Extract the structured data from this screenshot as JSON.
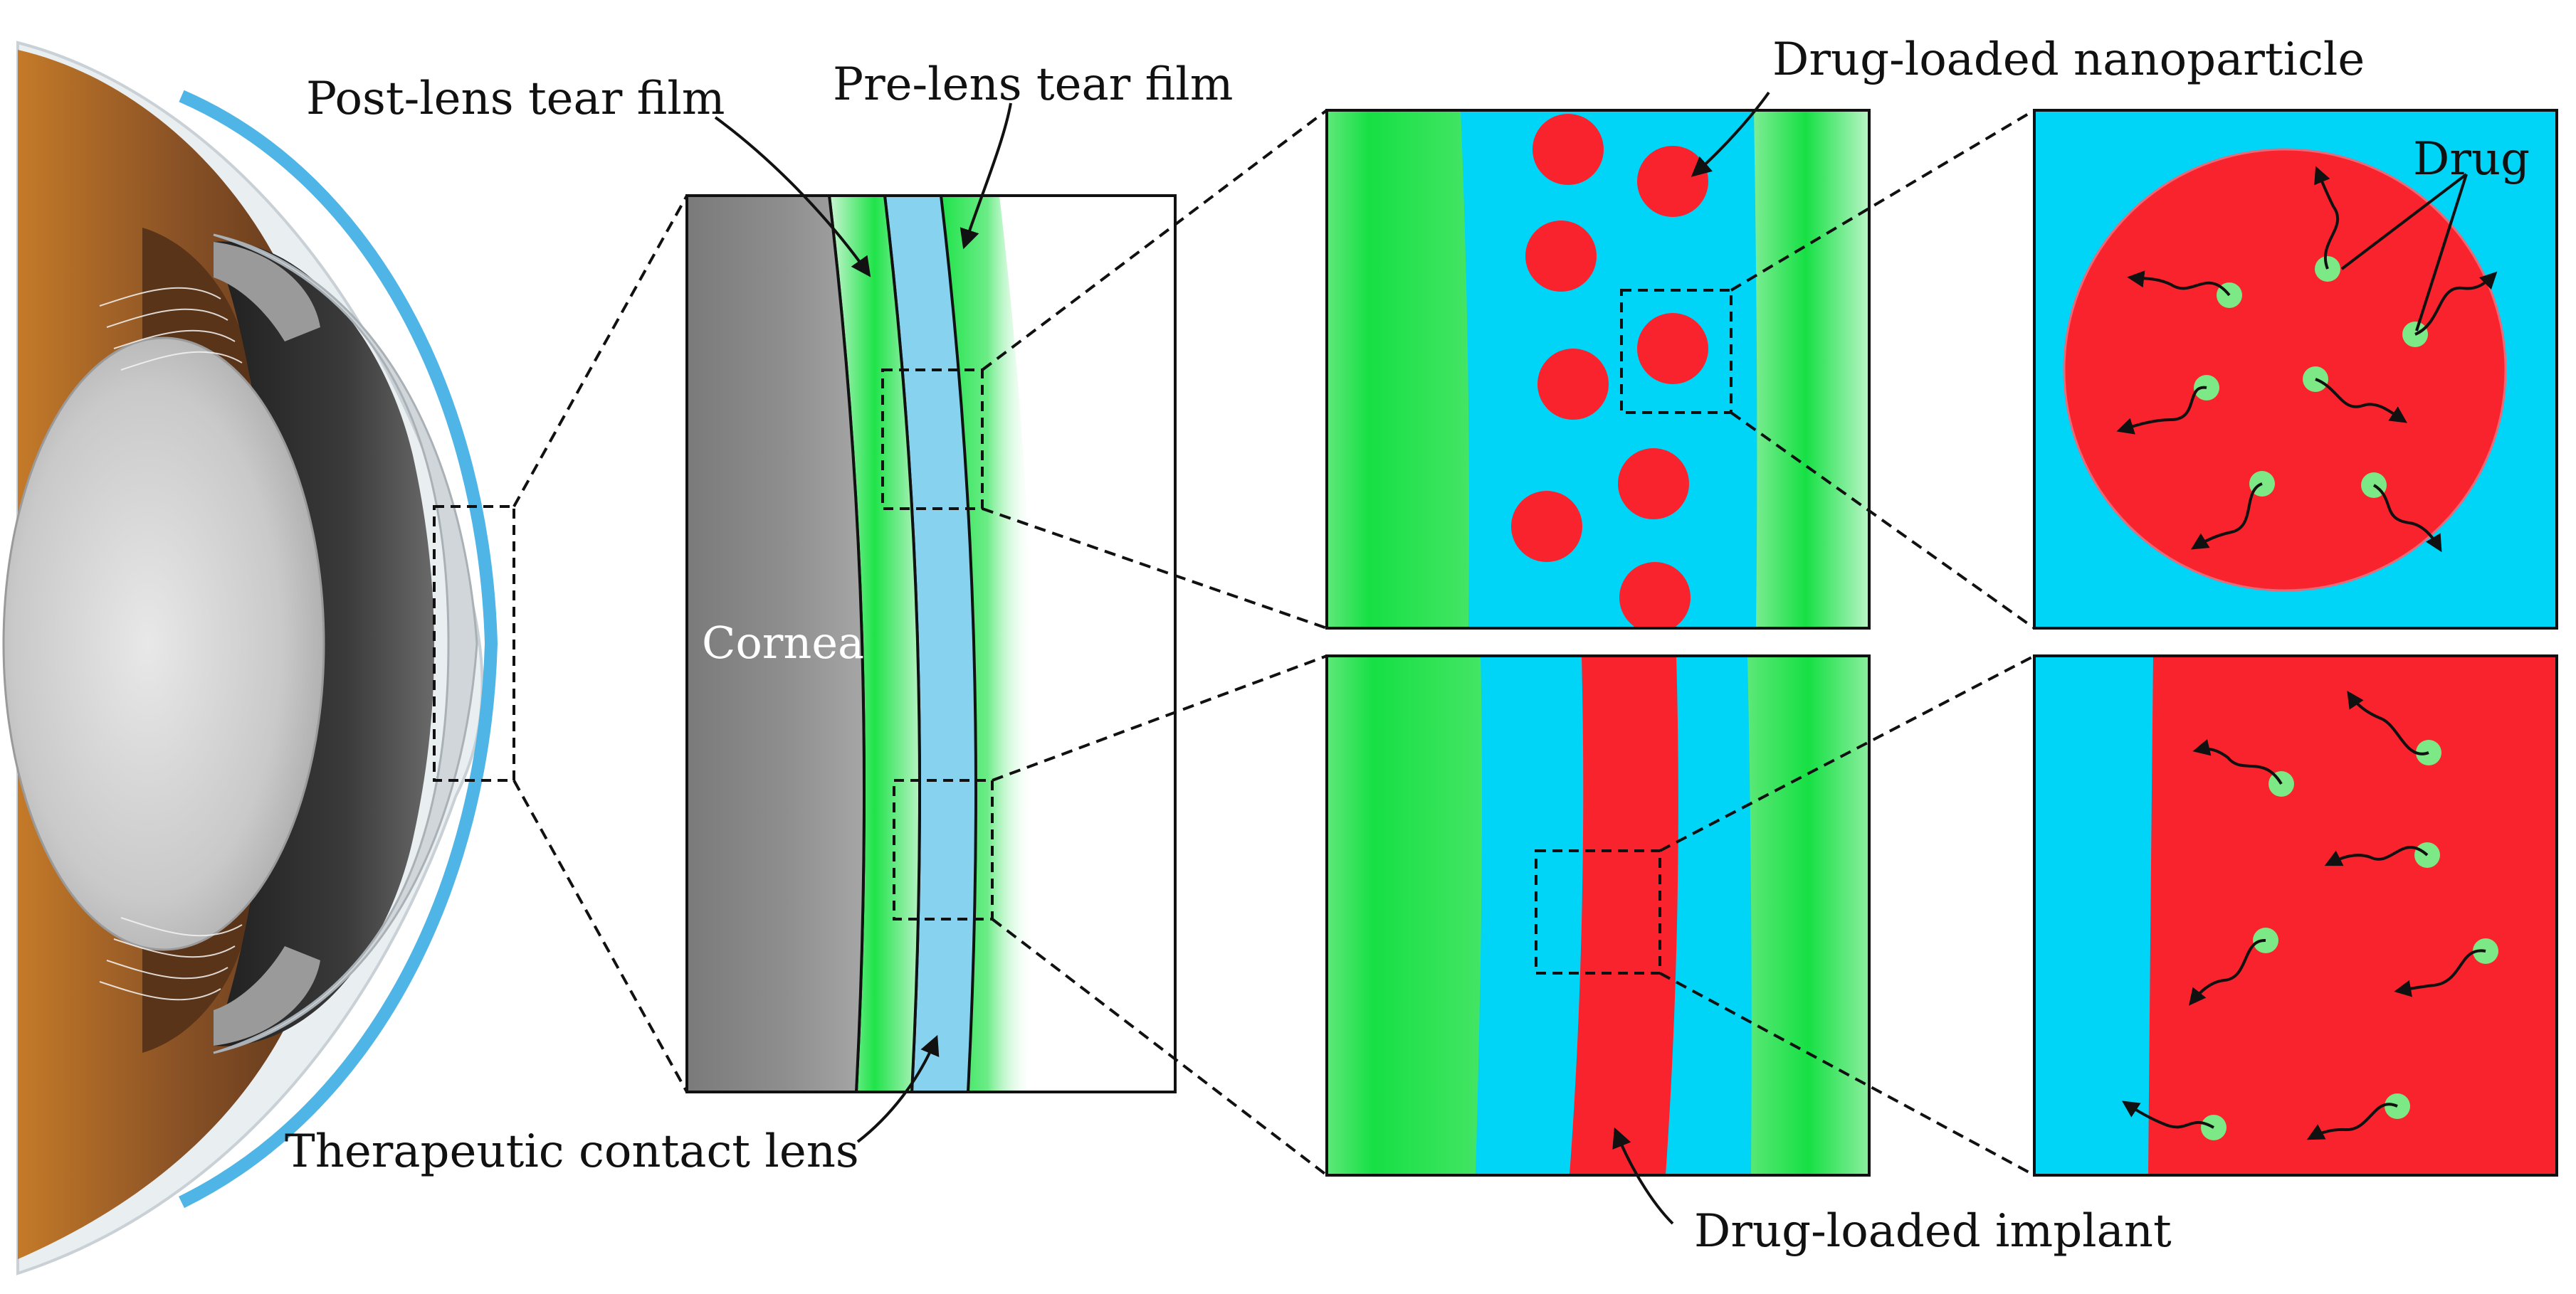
{
  "labels": {
    "post_lens_tear_film": "Post-lens tear film",
    "pre_lens_tear_film": "Pre-lens tear film",
    "drug_loaded_nanoparticle": "Drug-loaded nanoparticle",
    "drug": "Drug",
    "cornea": "Cornea",
    "therapeutic_contact_lens": "Therapeutic contact lens",
    "drug_loaded_implant": "Drug-loaded implant"
  },
  "colors": {
    "tear_film_green": "#1fe34a",
    "contact_lens_blue": "#00d4f7",
    "lens_light_blue": "#86d2ef",
    "drug_red": "#f9232e",
    "drug_molecule_green": "#7de886",
    "cornea_gray": "#8a8a8a",
    "sclera_blue": "#4fb5e6",
    "iris_brown": "#7a4a22"
  }
}
